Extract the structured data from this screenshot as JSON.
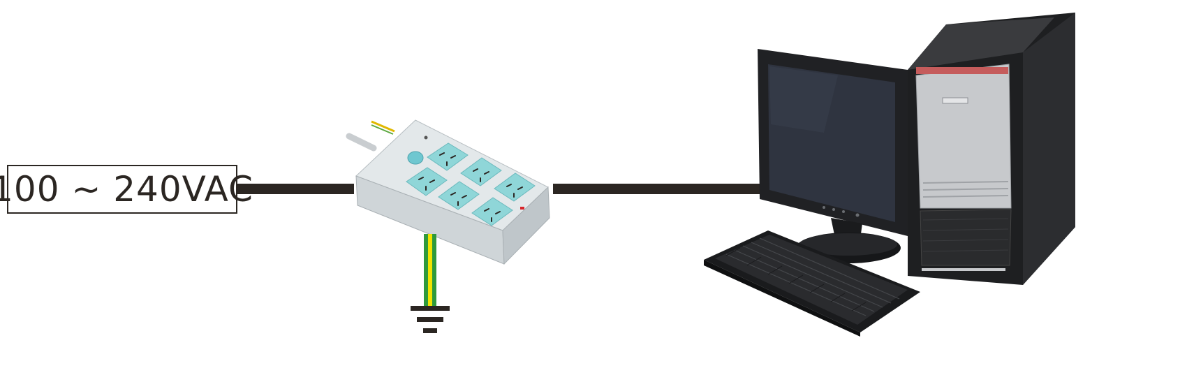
{
  "supply": {
    "label": "100 ~ 240VAC"
  },
  "devices": [
    {
      "name": "power-strip",
      "socket_count": 6
    },
    {
      "name": "desktop-computer",
      "parts": [
        "monitor",
        "tower",
        "keyboard"
      ]
    }
  ],
  "colors": {
    "cable": "#2b2622",
    "strip_body": "#dde3e6",
    "socket": "#8fd6d8",
    "ground_green": "#2f9a3b",
    "ground_yellow": "#f2e300",
    "computer_dark": "#1e1f21",
    "computer_silver": "#c7c9cc"
  }
}
